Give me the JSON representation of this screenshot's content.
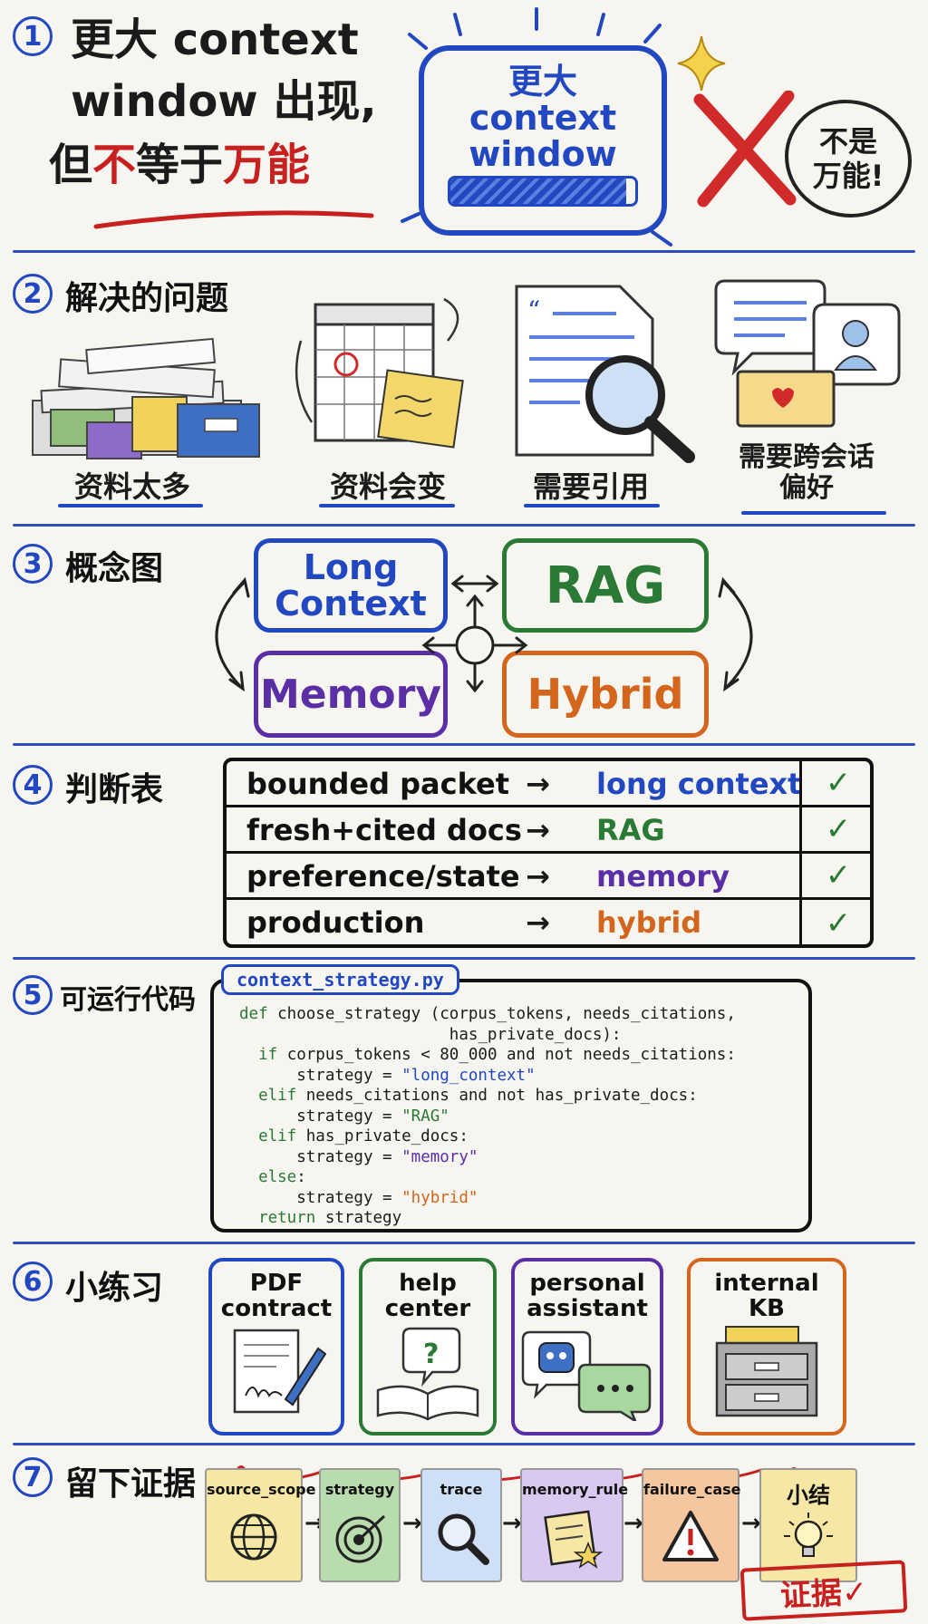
{
  "section1": {
    "number": "1",
    "title_line1": "更大 context",
    "title_line2": "window 出现,",
    "title_line3_a": "但",
    "title_line3_b": "不",
    "title_line3_c": "等于",
    "title_line3_d": "万能",
    "box_line1": "更大",
    "box_line2": "context",
    "box_line3": "window",
    "bar_fill": 0.95,
    "cloud_line1": "不是",
    "cloud_line2": "万能!"
  },
  "section2": {
    "number": "2",
    "title": "解决的问题",
    "items": [
      {
        "caption": "资料太多",
        "icon": "document-pile-icon"
      },
      {
        "caption": "资料会变",
        "icon": "calendar-note-icon"
      },
      {
        "caption": "需要引用",
        "icon": "document-magnifier-icon"
      },
      {
        "caption": "需要跨会话",
        "caption2": "偏好",
        "icon": "chat-profile-icon"
      }
    ]
  },
  "section3": {
    "number": "3",
    "title": "概念图",
    "long_context_1": "Long",
    "long_context_2": "Context",
    "rag": "RAG",
    "memory": "Memory",
    "hybrid": "Hybrid"
  },
  "section4": {
    "number": "4",
    "title": "判断表",
    "rows": [
      {
        "left": "bounded packet",
        "arrow": "→",
        "right": "long context",
        "check": "✓"
      },
      {
        "left": "fresh+cited docs",
        "arrow": "→",
        "right": "RAG",
        "check": "✓"
      },
      {
        "left": "preference/state",
        "arrow": "→",
        "right": "memory",
        "check": "✓"
      },
      {
        "left": "production",
        "arrow": "→",
        "right": "hybrid",
        "check": "✓"
      }
    ]
  },
  "section5": {
    "number": "5",
    "title": "可运行代码",
    "filename": "context_strategy.py",
    "code": {
      "l1_kw": "def",
      "l1": " choose_strategy (corpus_tokens, needs_citations,",
      "l2": "                      has_private_docs):",
      "l3_kw": "  if",
      "l3": " corpus_tokens < 80_000 and not needs_citations:",
      "l4": "      strategy = ",
      "l4_s": "\"long_context\"",
      "l5_kw": "  elif",
      "l5": " needs_citations and not has_private_docs:",
      "l6": "      strategy = ",
      "l6_s": "\"RAG\"",
      "l7_kw": "  elif",
      "l7": " has_private_docs:",
      "l8": "      strategy = ",
      "l8_s": "\"memory\"",
      "l9_kw": "  else",
      "l9": ":",
      "l10": "      strategy = ",
      "l10_s": "\"hybrid\"",
      "l11_kw": "  return",
      "l11": " strategy"
    }
  },
  "section6": {
    "number": "6",
    "title": "小练习",
    "cards": [
      {
        "line1": "PDF",
        "line2": "contract",
        "icon": "contract-pen-icon"
      },
      {
        "line1": "help",
        "line2": "center",
        "icon": "open-book-question-icon"
      },
      {
        "line1": "personal",
        "line2": "assistant",
        "icon": "robot-chat-icon"
      },
      {
        "line1": "internal",
        "line2": "KB",
        "icon": "file-cabinet-icon"
      }
    ]
  },
  "section7": {
    "number": "7",
    "title": "留下证据",
    "notes": [
      {
        "label": "source_scope",
        "icon": "globe-icon"
      },
      {
        "label": "strategy",
        "icon": "target-icon"
      },
      {
        "label": "trace",
        "icon": "magnifier-icon"
      },
      {
        "label": "memory_rule",
        "icon": "note-star-icon"
      },
      {
        "label": "failure_case",
        "icon": "warning-icon"
      },
      {
        "label": "小结",
        "icon": "lightbulb-icon"
      }
    ],
    "stamp": "证据✓"
  },
  "colors": {
    "blue": "#2148c0",
    "green": "#2a7a35",
    "purple": "#5a2fa6",
    "orange": "#d4651c",
    "red": "#c81f1f"
  }
}
